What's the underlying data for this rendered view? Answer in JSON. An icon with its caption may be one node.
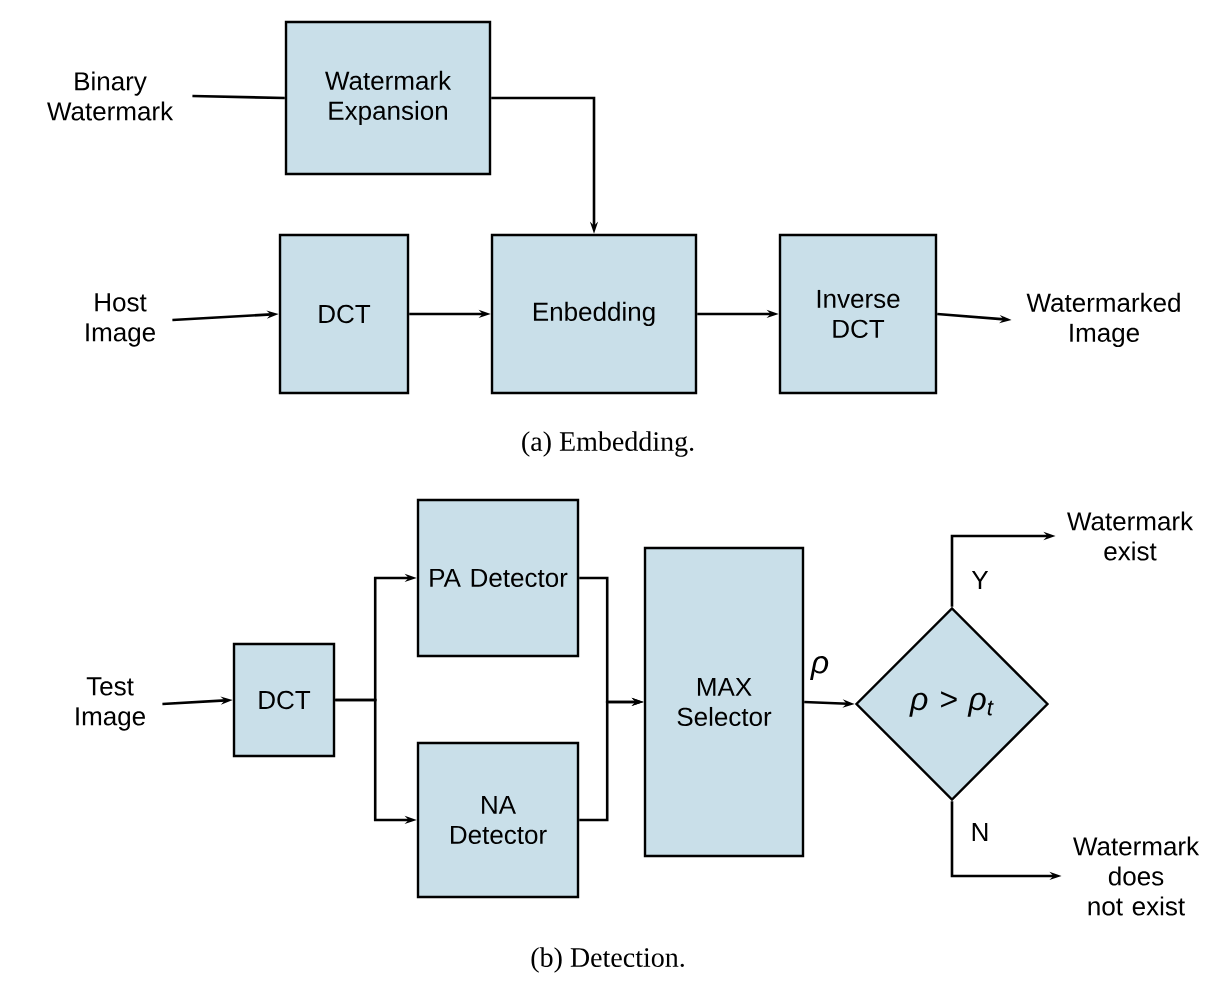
{
  "diagram": {
    "nodes": [
      {
        "text": [
          "Binary Watermark"
        ]
      },
      {
        "text": [
          "Watermark Expansion"
        ]
      },
      {
        "text": [
          "Host Image"
        ]
      },
      {
        "text": [
          "DCT"
        ]
      },
      {
        "text": [
          "Enbedding"
        ]
      },
      {
        "text": [
          "Inverse DCT"
        ]
      },
      {
        "text": [
          "Watermarked Image"
        ]
      },
      {
        "text": [
          "Test Image"
        ]
      },
      {
        "text": [
          "DCT"
        ]
      },
      {
        "text": [
          "PA Detector"
        ]
      },
      {
        "text": [
          "NA Detector"
        ]
      },
      {
        "text": [
          "MAX Selector"
        ]
      },
      {
        "text": [
          "ρ > ρ$_{t}$"
        ]
      },
      {
        "text": [
          "Watermark exist"
        ]
      },
      {
        "text": [
          "Watermark does not exist"
        ]
      }
    ],
    "edges": [
      {
        "from": 0,
        "to": 1,
        "arrow": "none"
      },
      {
        "from": 1,
        "to": 4,
        "arrow": "to"
      },
      {
        "from": 2,
        "to": 3,
        "arrow": "to"
      },
      {
        "from": 3,
        "to": 4,
        "arrow": "to"
      },
      {
        "from": 4,
        "to": 5,
        "arrow": "to"
      },
      {
        "from": 5,
        "to": 6,
        "arrow": "to"
      },
      {
        "from": 7,
        "to": 8,
        "arrow": "to"
      },
      {
        "from": 8,
        "to": 9,
        "arrow": "to"
      },
      {
        "from": 8,
        "to": 10,
        "arrow": "to"
      },
      {
        "from": 9,
        "to": 11,
        "arrow": "to"
      },
      {
        "from": 10,
        "to": 11,
        "arrow": "to"
      },
      {
        "from": 11,
        "to": 12,
        "arrow": "to",
        "label": "ρ"
      },
      {
        "from": 12,
        "to": 13,
        "arrow": "to",
        "label": "Y"
      },
      {
        "from": 12,
        "to": 14,
        "arrow": "to",
        "label": "N"
      }
    ],
    "labels": [
      "(a) Embedding.",
      "(b) Detection."
    ]
  }
}
